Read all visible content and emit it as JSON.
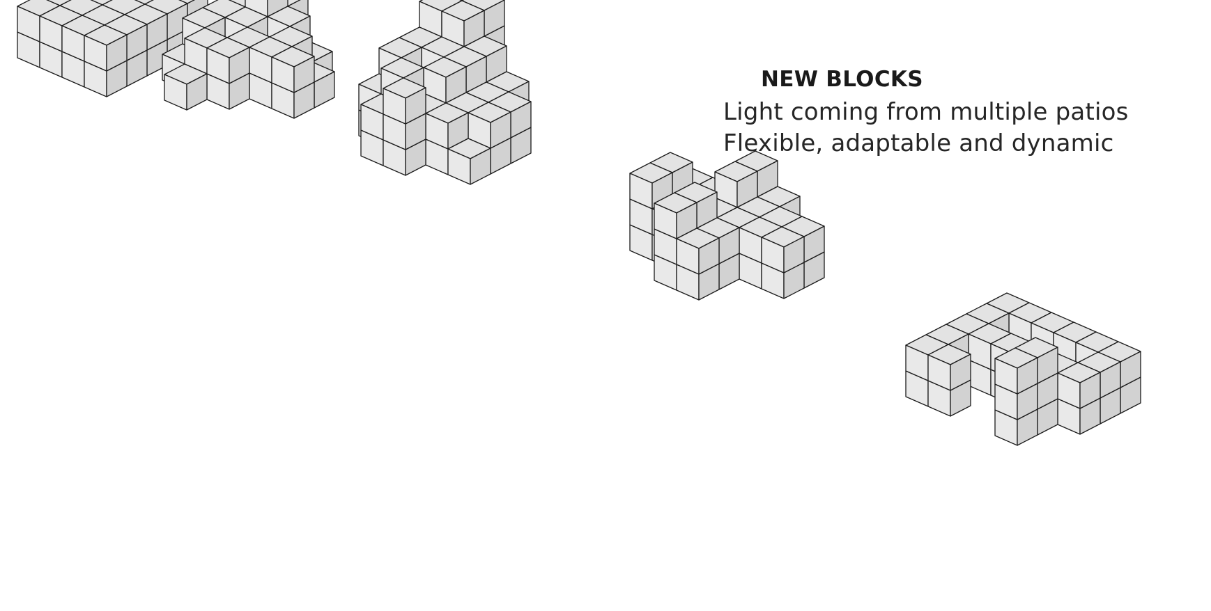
{
  "diagram": {
    "caption": {
      "title": "NEW BLOCKS",
      "lines": [
        "Light coming from multiple patios",
        "Flexible, adaptable and dynamic"
      ]
    },
    "block_clusters": [
      {
        "name": "block-cluster-1",
        "description": "flat slab"
      },
      {
        "name": "block-cluster-2",
        "description": "stepped block with patios"
      },
      {
        "name": "block-cluster-3",
        "description": "tall stepped block"
      },
      {
        "name": "block-cluster-4",
        "description": "cross-shaped block"
      },
      {
        "name": "block-cluster-5",
        "description": "open courtyard block"
      }
    ],
    "colors": {
      "face_top": "#e3e3e3",
      "face_left": "#e9e9e9",
      "face_right": "#d2d2d2",
      "outline": "#1b1b1b",
      "text": "#1a1a1a"
    }
  }
}
